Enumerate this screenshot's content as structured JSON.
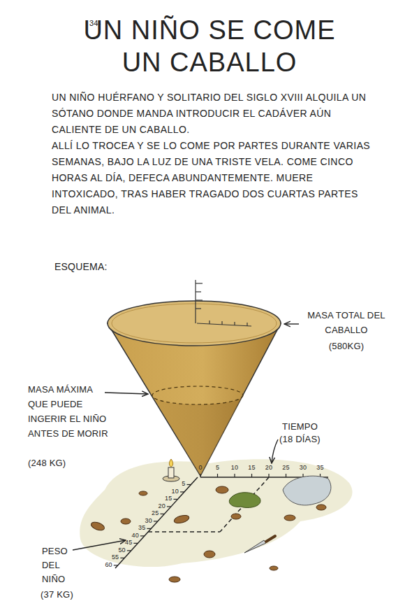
{
  "diagram": {
    "title": "UN NIÑO SE COME UN CABALLO",
    "labels": [
      "34-",
      "UN NIÑO HUÉRFANO Y SOLITARIO DEL SIGLO XVIII ALQUILA UN SÓTANO DONDE MANDA INTRODUCIR EL CADÁVER AÚN CALIENTE DE UN CABALLO.",
      "ALLÍ LO TROCEA Y SE LO COME POR PARTES DURANTE VARIAS SEMANAS, BAJO LA LUZ DE UNA TRISTE VELA. COME CINCO HORAS AL DÍA, DEFECA ABUNDANTEMENTE. MUERE INTOXICADO, TRAS HABER TRAGADO DOS CUARTAS PARTES DEL ANIMAL.",
      "ESQUEMA:",
      "MASA TOTAL DEL CABALLO",
      "(580KG)",
      "MASA MÁXIMA QUE PUEDE INGERIR EL NIÑO ANTES DE MORIR",
      "(248 KG)",
      "TIEMPO",
      "(18 DÍAS)",
      "0",
      "5",
      "10",
      "15",
      "20",
      "25",
      "30",
      "35",
      "5",
      "10",
      "15",
      "20",
      "25",
      "30",
      "35",
      "40",
      "45",
      "50",
      "55",
      "60",
      "PESO DEL NIÑO",
      "(37 KG)"
    ]
  }
}
